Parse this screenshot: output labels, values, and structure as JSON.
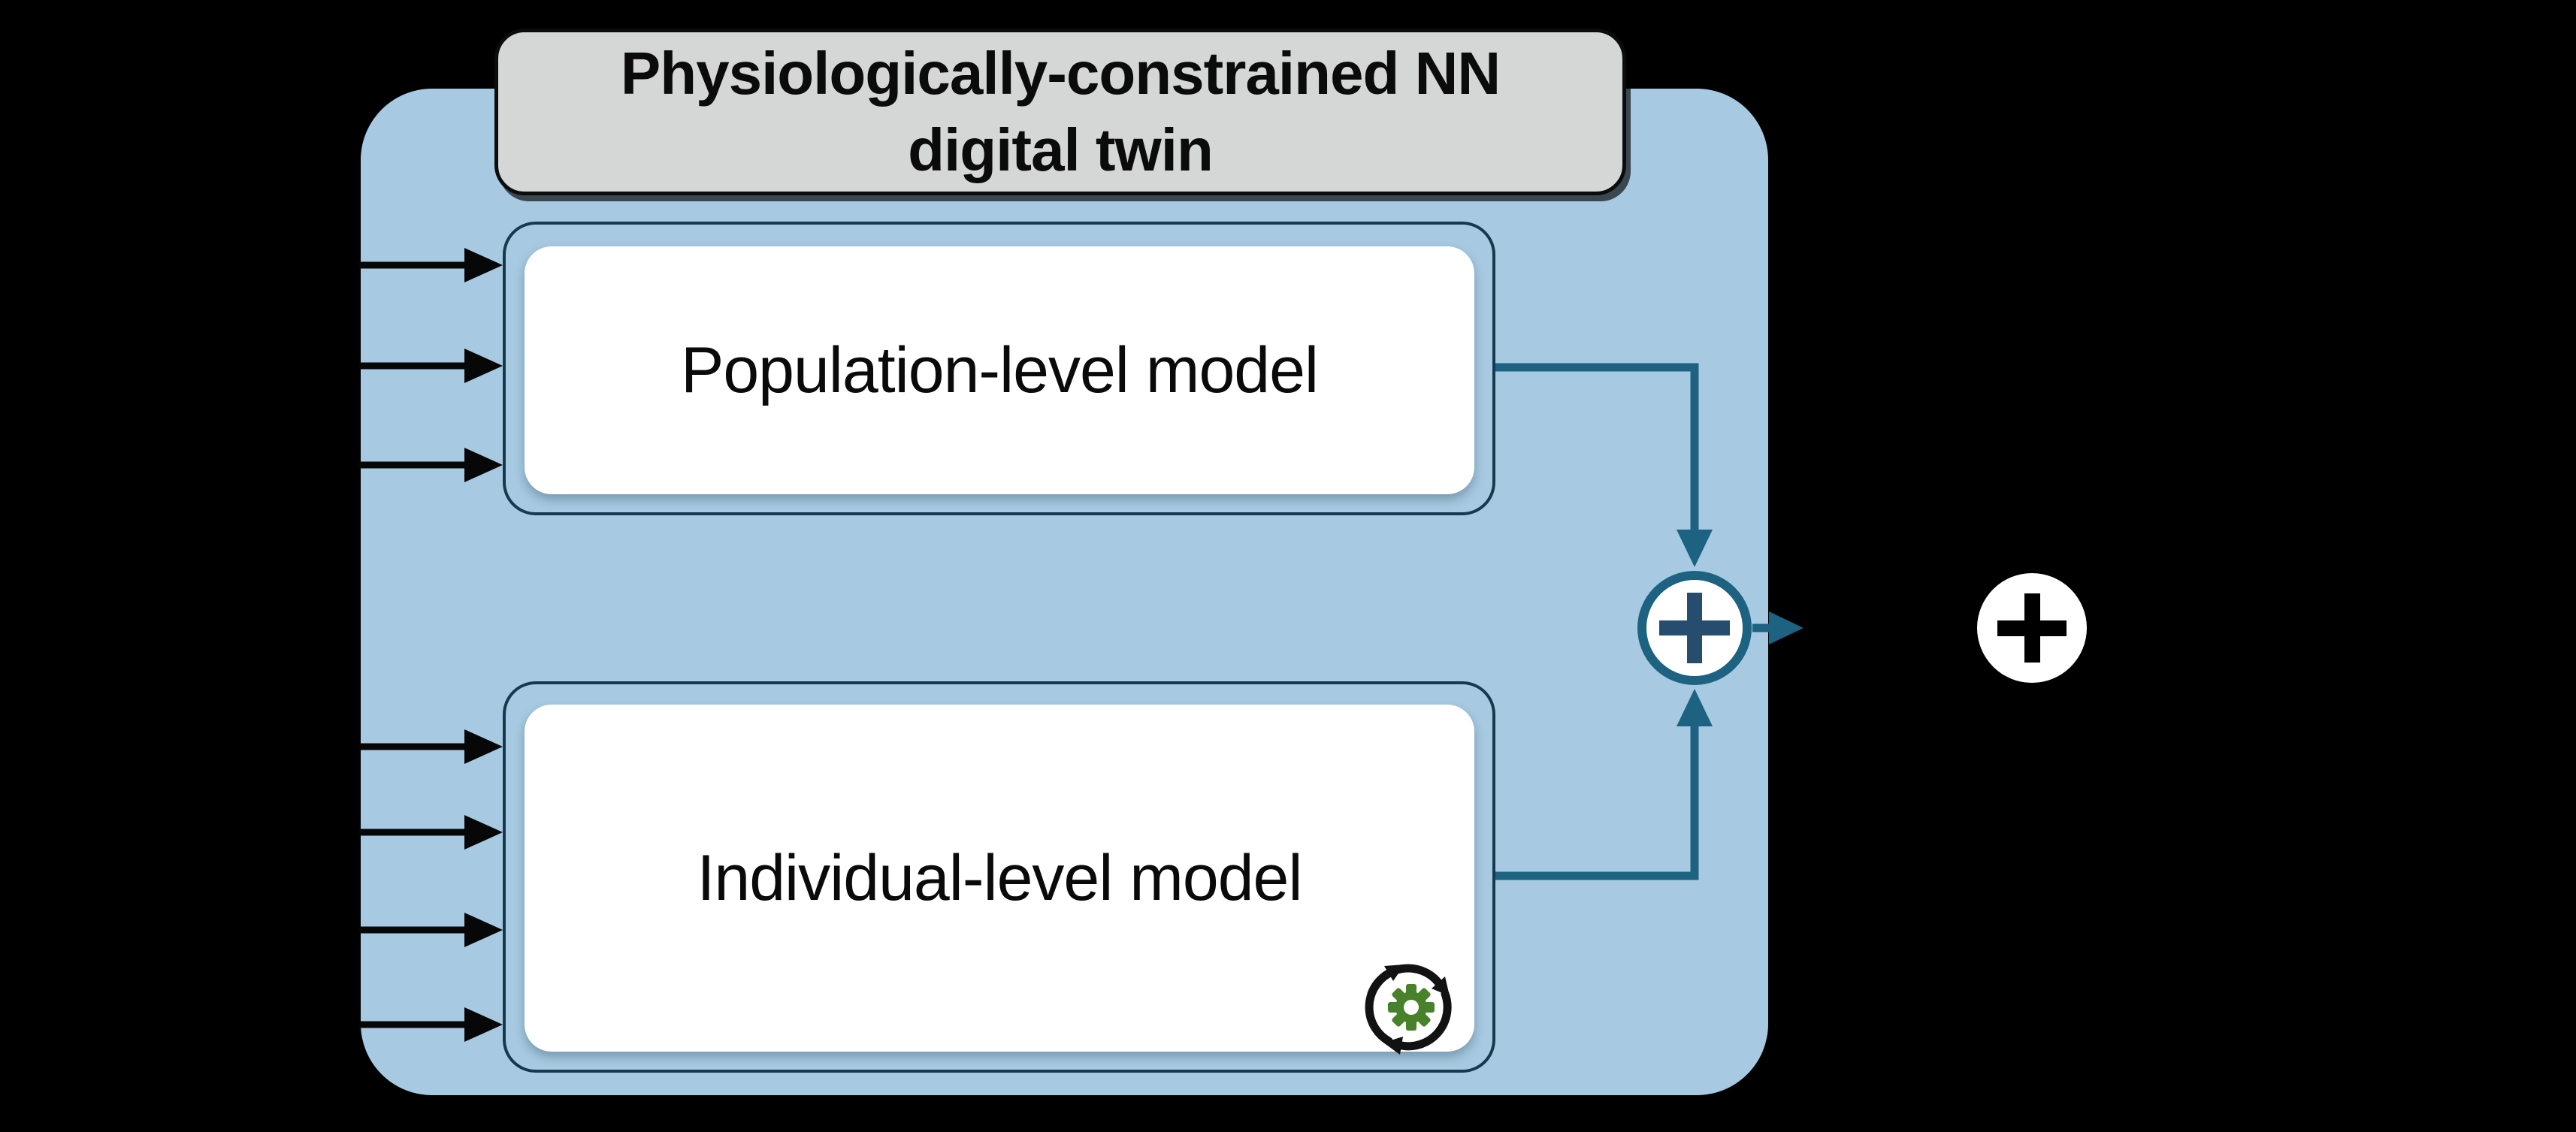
{
  "diagram": {
    "title": "Physiologically-constrained NN digital twin",
    "title_lines": [
      "Physiologically-constrained NN",
      "digital twin"
    ],
    "population_box": {
      "label": "Population-level model"
    },
    "individual_box": {
      "label": "Individual-level model"
    },
    "sum_node": {
      "symbol": "+",
      "description": "summation node joining population and individual model outputs"
    },
    "output_plus": {
      "symbol": "+",
      "description": "white plus badge on black background"
    },
    "input_arrows": {
      "population_count": 3,
      "individual_count": 4
    },
    "icons": [
      {
        "name": "plus-sum-node-icon",
        "glyph": "+"
      },
      {
        "name": "plus-output-icon",
        "glyph": "+"
      },
      {
        "name": "continuous-update-icon",
        "parts": [
          "cycle-arrows",
          "gear"
        ]
      }
    ],
    "colors": {
      "background": "#000000",
      "container_fill": "#a7cae2",
      "title_box_fill": "#d5d6d6",
      "title_text": "#0b0b0b",
      "model_box_outline": "#163a4d",
      "model_box_fill": "#ffffff",
      "connector_teal": "#1d6280",
      "sum_plus_navy": "#264d6d",
      "input_arrow_black": "#070707",
      "gear_green": "#47822a",
      "cycle_arrow_black": "#121212",
      "output_plus_black": "#000000"
    }
  }
}
